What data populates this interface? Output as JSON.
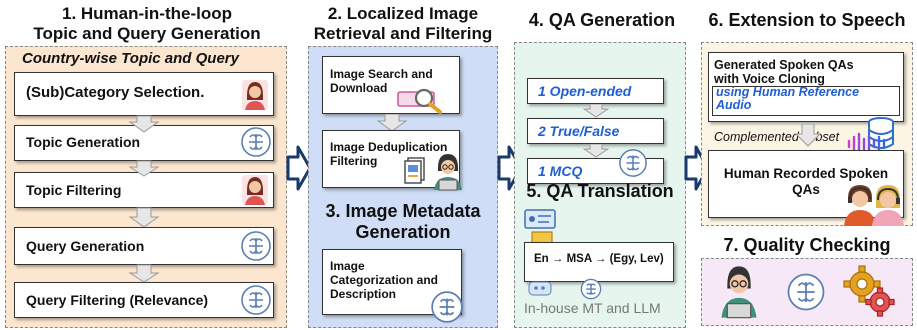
{
  "stage1": {
    "title_line1": "1. Human-in-the-loop",
    "title_line2": "Topic and Query Generation",
    "subtitle": "Country-wise Topic and Query",
    "steps": [
      "(Sub)Category Selection.",
      "Topic Generation",
      "Topic Filtering",
      "Query Generation",
      "Query Filtering (Relevance)"
    ]
  },
  "stage2": {
    "title_line1": "2. Localized Image",
    "title_line2": "Retrieval and Filtering",
    "search_line1": "Image Search and",
    "search_line2": "Download",
    "dedup_line1": "Image Deduplication",
    "dedup_line2": "Filtering"
  },
  "stage3": {
    "title_line1": "3. Image Metadata",
    "title_line2": "Generation",
    "cat_line1": "Image",
    "cat_line2": "Categorization and",
    "cat_line3": "Description"
  },
  "stage4": {
    "title": "4. QA Generation",
    "types": [
      "1 Open-ended",
      "2 True/False",
      "1 MCQ"
    ]
  },
  "stage5": {
    "title": "5. QA Translation",
    "translation_flow": "En → MSA → (Egy, Lev)",
    "footer": "In-house MT and LLM"
  },
  "stage6": {
    "title": "6. Extension to Speech",
    "gen_line1": "Generated Spoken QAs",
    "gen_line2": "with Voice Cloning",
    "ref_line1": "using Human Reference",
    "ref_line2": "Audio",
    "complement": "Complemented subset",
    "rec_line1": "Human Recorded Spoken",
    "rec_line2": "QAs"
  },
  "stage7": {
    "title": "7. Quality Checking"
  },
  "colors": {
    "stage1_panel": "#fde6cf",
    "stage2_panel": "#cfdef6",
    "stage4_panel": "#e6f6ee",
    "stage6_panel": "#fdf5e4",
    "stage7_panel": "#f6e8f6",
    "qa_text": "#1f5fd6",
    "arrow": "#1a3a6e"
  },
  "icons": [
    "person-icon",
    "brain-icon",
    "search-icon",
    "person-laptop-icon",
    "document-icon",
    "database-icon",
    "soundwave-icon",
    "headset-people-icon",
    "gears-icon"
  ]
}
